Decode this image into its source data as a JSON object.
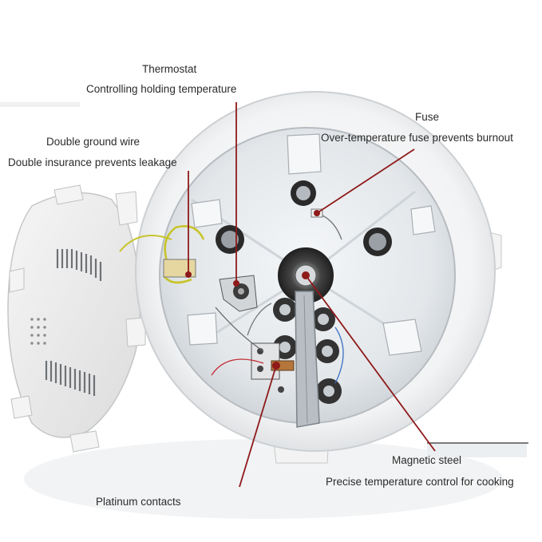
{
  "callouts": {
    "thermostat": {
      "title": "Thermostat",
      "description": "Controlling holding temperature"
    },
    "ground_wire": {
      "title": "Double ground wire",
      "description": "Double insurance prevents leakage"
    },
    "fuse": {
      "title": "Fuse",
      "description": "Over-temperature fuse prevents burnout"
    },
    "magnetic_steel": {
      "title": "Magnetic steel",
      "description": "Precise temperature control for cooking"
    },
    "platinum_contacts": {
      "title": "Platinum contacts"
    }
  },
  "colors": {
    "leader_line": "#8e1a1a",
    "label_text": "#2b2b2b",
    "housing": "#f4f4f4",
    "housing_shadow": "#cfd3d6"
  }
}
